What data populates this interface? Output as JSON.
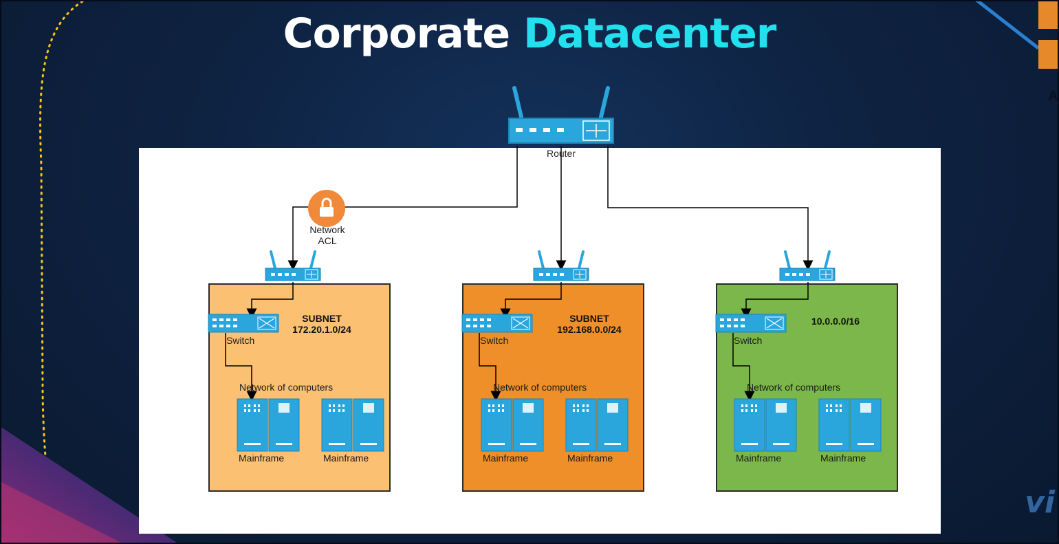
{
  "title": {
    "part1": "Corporate",
    "part2": "Datacenter"
  },
  "colors": {
    "title_white": "#ffffff",
    "title_accent": "#22e0ee",
    "device_blue": "#2aa6dc",
    "subnet1_fill": "#fcc073",
    "subnet2_fill": "#ee8f2a",
    "subnet3_fill": "#7bb74a",
    "acl_orange": "#f08a3a"
  },
  "router": {
    "label": "Router",
    "icon": "wireless-router-icon"
  },
  "acl": {
    "line1": "Network",
    "line2": "ACL",
    "icon": "lock-icon"
  },
  "subnets": [
    {
      "title_line1": "SUBNET",
      "title_line2": "172.20.1.0/24",
      "switch_label": "Switch",
      "network_label": "Network of computers",
      "servers": [
        "Mainframe",
        "Mainframe"
      ]
    },
    {
      "title_line1": "SUBNET",
      "title_line2": "192.168.0.0/24",
      "switch_label": "Switch",
      "network_label": "Network of computers",
      "servers": [
        "Mainframe",
        "Mainframe"
      ]
    },
    {
      "title_line1": "",
      "title_line2": "10.0.0.0/16",
      "switch_label": "Switch",
      "network_label": "Network of computers",
      "servers": [
        "Mainframe",
        "Mainframe"
      ]
    }
  ],
  "corner_partial_text": "A",
  "brand_mark": "vi"
}
